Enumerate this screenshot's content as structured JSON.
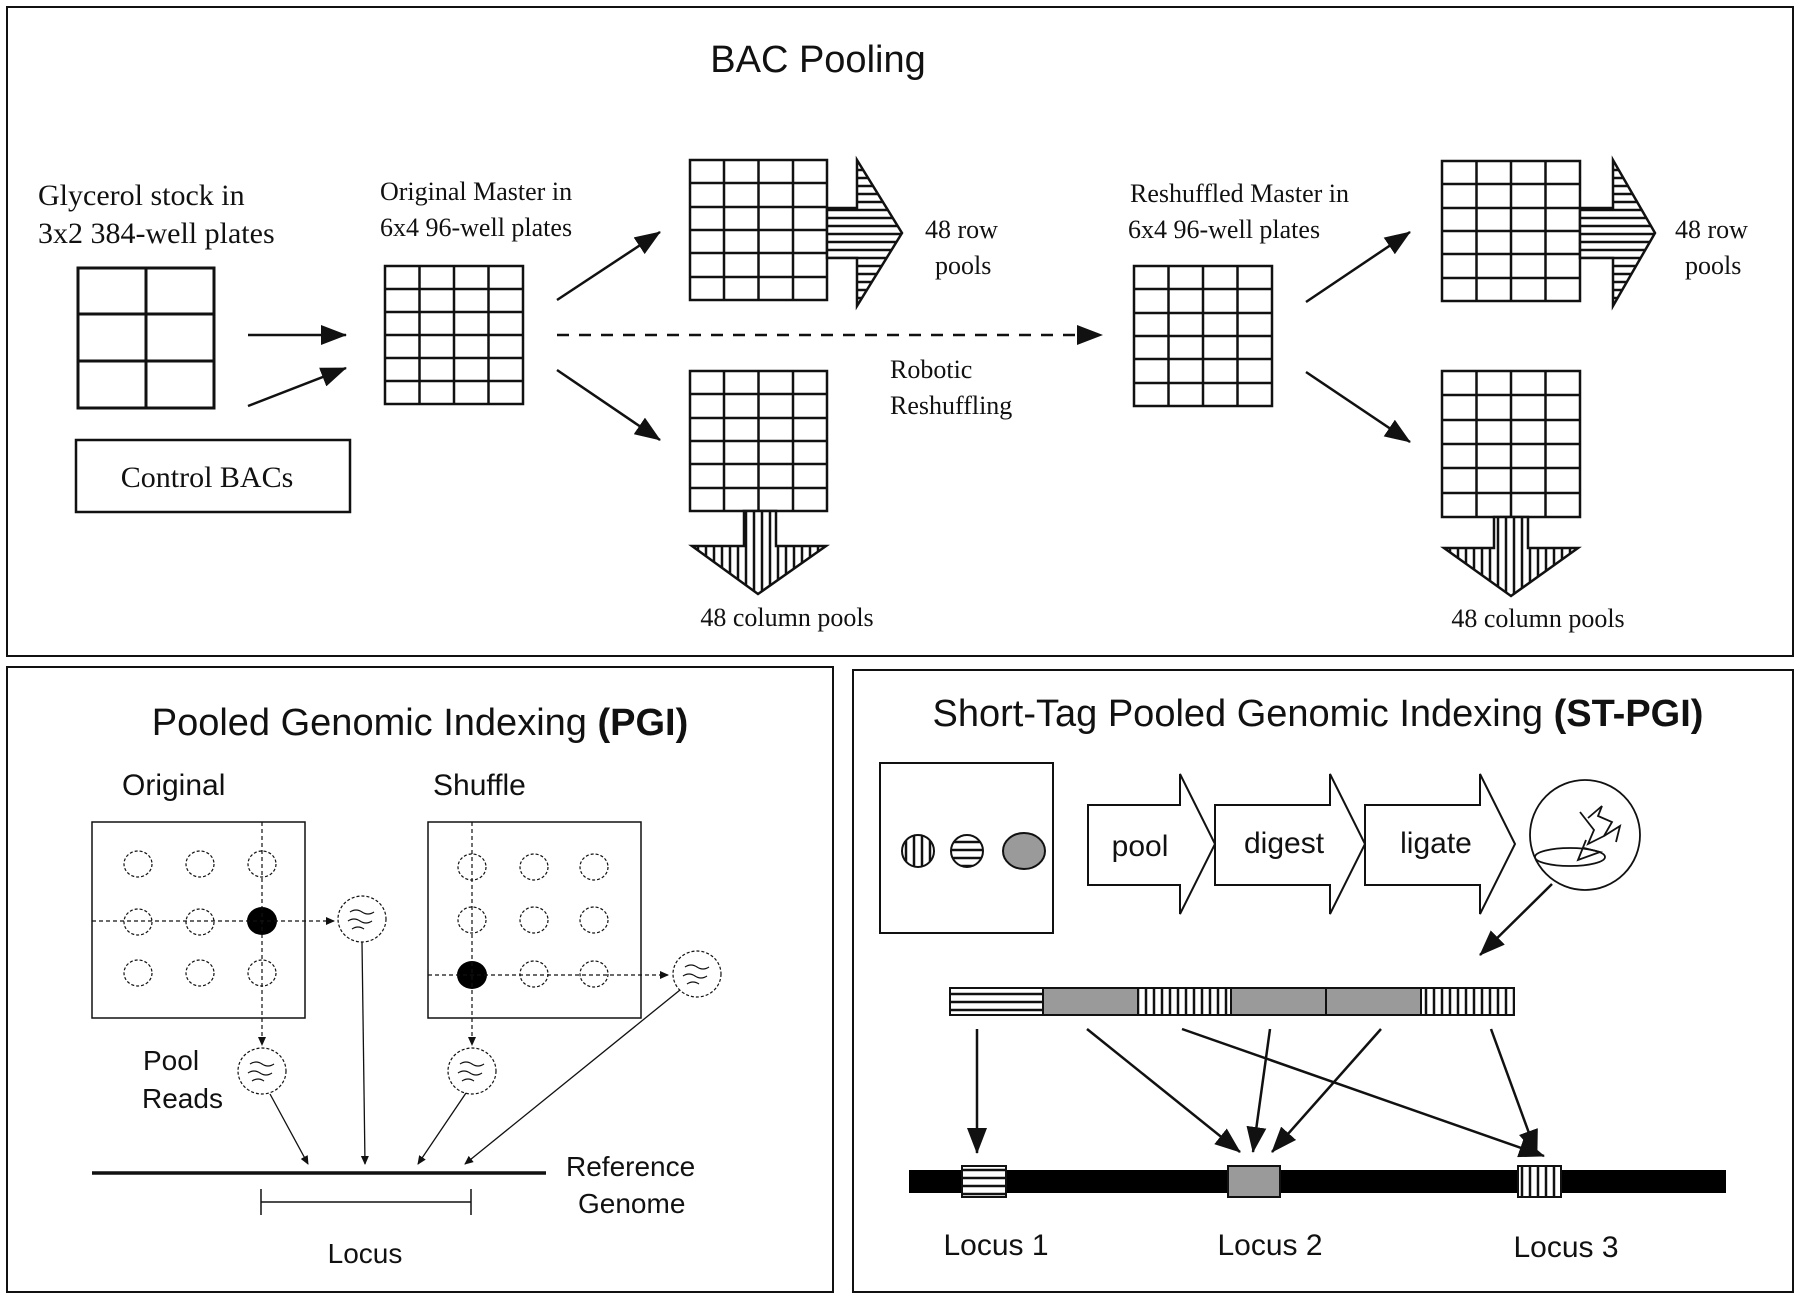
{
  "bac_pooling": {
    "title": "BAC Pooling",
    "glycerol_line1": "Glycerol stock in",
    "glycerol_line2": "3x2 384-well plates",
    "control_bacs": "Control BACs",
    "original_master_line1": "Original Master in",
    "original_master_line2": "6x4 96-well plates",
    "row_pools_left_line1": "48 row",
    "row_pools_left_line2": "pools",
    "column_pools_left": "48 column pools",
    "robotic_line1": "Robotic",
    "robotic_line2": "Reshuffling",
    "reshuffled_master_line1": "Reshuffled Master in",
    "reshuffled_master_line2": "6x4 96-well plates",
    "row_pools_right_line1": "48 row",
    "row_pools_right_line2": "pools",
    "column_pools_right": "48 column pools"
  },
  "pgi": {
    "title_plain": "Pooled Genomic Indexing ",
    "title_bold": "(PGI)",
    "original": "Original",
    "shuffle": "Shuffle",
    "pool_line1": "Pool",
    "pool_line2": "Reads",
    "reference_line1": "Reference",
    "reference_line2": "Genome",
    "locus": "Locus"
  },
  "stpgi": {
    "title_plain": "Short-Tag Pooled Genomic Indexing ",
    "title_bold": "(ST-PGI)",
    "step1": "pool",
    "step2": "digest",
    "step3": "ligate",
    "locus1": "Locus 1",
    "locus2": "Locus 2",
    "locus3": "Locus 3"
  },
  "colors": {
    "line": "#111111",
    "gray_fill": "#9a9a9a",
    "background": "#ffffff"
  },
  "icons": {
    "bead_1": "vertical-stripe-bead-icon",
    "bead_2": "horizontal-stripe-bead-icon",
    "bead_3": "gray-bead-icon",
    "ligation": "ligation-circle-icon"
  }
}
